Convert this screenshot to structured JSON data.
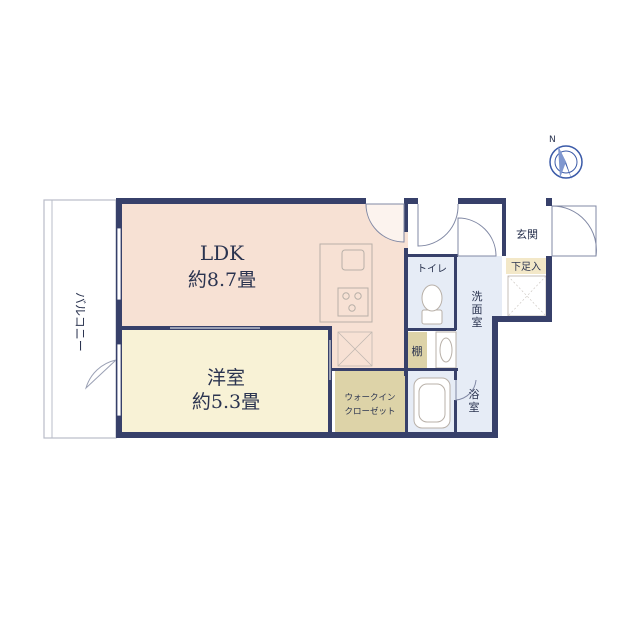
{
  "rooms": {
    "ldk": {
      "name": "LDK",
      "size": "約8.7畳"
    },
    "western": {
      "name": "洋室",
      "size": "約5.3畳"
    },
    "balcony": {
      "name": "バルコニー"
    },
    "entrance": {
      "name": "玄関"
    },
    "shoe_area": {
      "name": "下足入"
    },
    "toilet": {
      "name": "トイレ"
    },
    "washroom": {
      "name": "洗面室"
    },
    "bath": {
      "name": "浴室"
    },
    "shelf": {
      "name": "棚"
    },
    "walkin": {
      "line1": "ウォークイン",
      "line2": "クローゼット"
    }
  },
  "compass": {
    "label": "N"
  },
  "colors": {
    "wall": "#37406a",
    "ldk_fill": "#f7e1d4",
    "western_fill": "#f8f2d6",
    "closet_fill": "#ddd3a8",
    "wet_fill": "#e6ecf6",
    "entrance_fill": "#ffffff",
    "shoe_fill": "#f3e8c8",
    "balcony_fill": "#ffffff",
    "fixture_line": "#b8b0a8"
  }
}
